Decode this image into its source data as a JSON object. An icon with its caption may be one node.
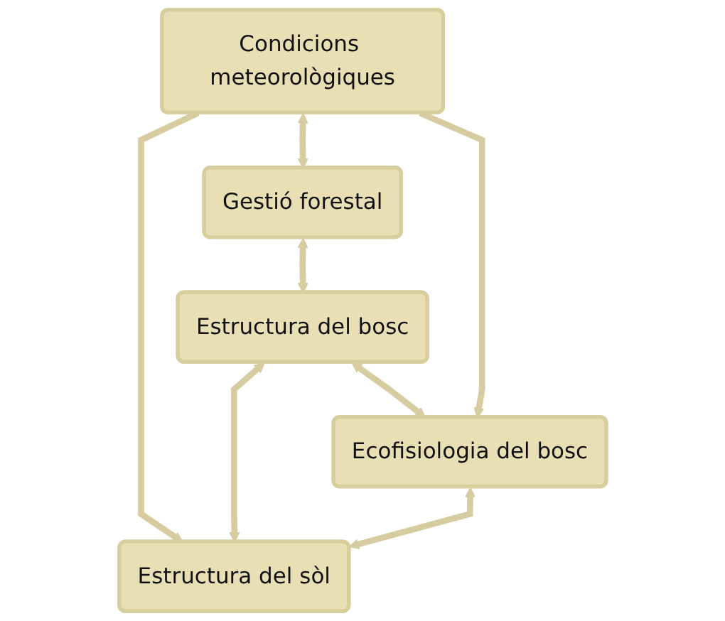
{
  "diagram": {
    "nodes": [
      {
        "text": [
          "Condicions meteorològiques"
        ]
      },
      {
        "text": [
          "Gestió forestal"
        ]
      },
      {
        "text": [
          "Estructura del bosc"
        ]
      },
      {
        "text": [
          "Ecofisiologia del bosc"
        ]
      },
      {
        "text": [
          "Estructura del sòl"
        ]
      }
    ],
    "edges": [
      {
        "from": 0,
        "to": 1,
        "arrow": "both"
      },
      {
        "from": 1,
        "to": 2,
        "arrow": "both"
      },
      {
        "from": 2,
        "to": 3,
        "arrow": "both"
      },
      {
        "from": 0,
        "to": 3,
        "arrow": "to"
      },
      {
        "from": 0,
        "to": 4,
        "arrow": "to"
      },
      {
        "from": 2,
        "to": 4,
        "arrow": "both"
      },
      {
        "from": 3,
        "to": 4,
        "arrow": "both"
      }
    ]
  }
}
